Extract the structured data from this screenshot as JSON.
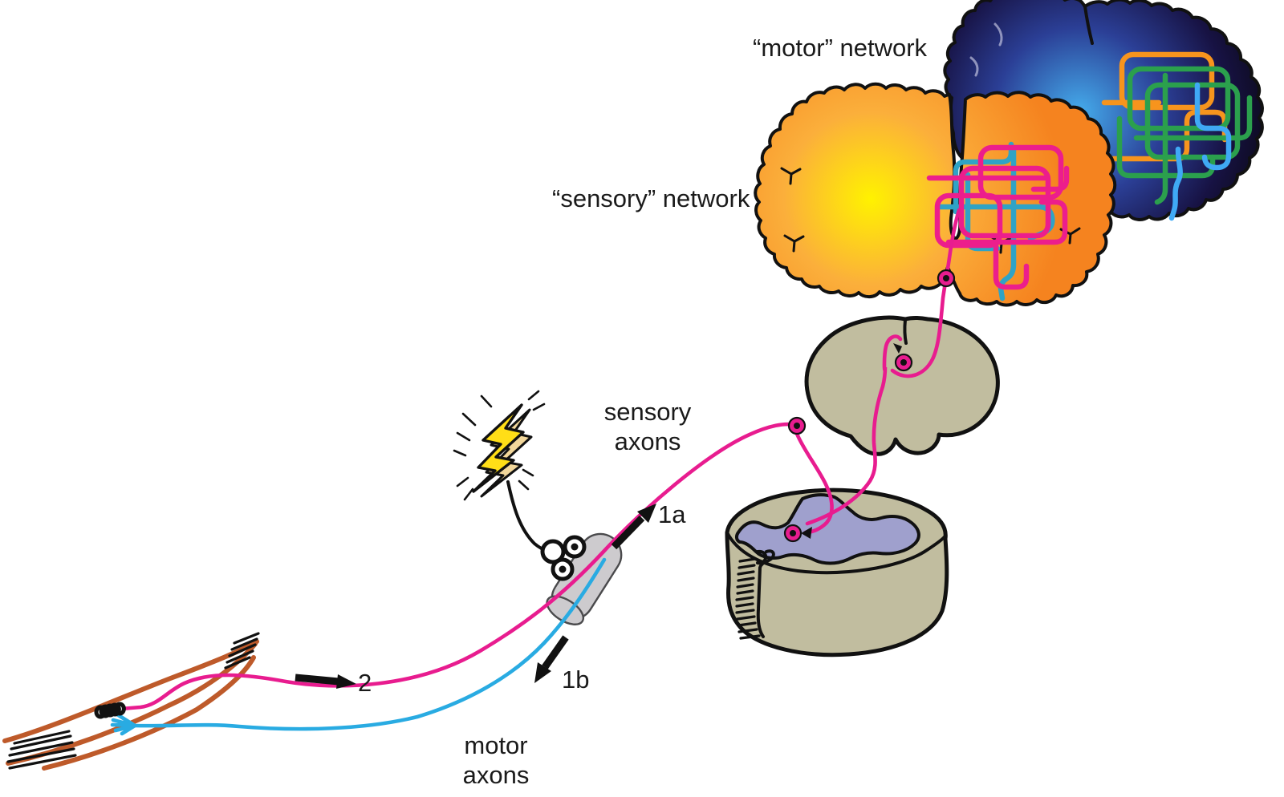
{
  "figure": {
    "labels": {
      "motor_network": "“motor” network",
      "sensory_network": "“sensory” network",
      "sensory_axons": [
        "sensory",
        "axons"
      ],
      "motor_axons": [
        "motor",
        "axons"
      ],
      "marker_1a": "1a",
      "marker_1b": "1b",
      "marker_2": "2"
    },
    "icons": {
      "lightning_bolt": "stimulation-bolt",
      "stimulation_coil": "three-ring-coil",
      "nerve_cuff": "gray-cylinder-electrode",
      "synapse_bouton": "pink-ring-with-dot",
      "muscle_spindle_coil": "five-small-rings",
      "motor_endplate": "blue-claw-fork"
    }
  },
  "colors": {
    "background": "#FFFFFF",
    "text_black": "#1A1A1A",
    "outline_black": "#111111",
    "sensory_pathway_pink": "#E81C8F",
    "motor_pathway_blue": "#29ABE2",
    "muscle_brown": "#BE5A2A",
    "neural_tissue_tan": "#C1BD9F",
    "gray_matter_purple": "#9FA0CD",
    "cuff_gray": "#CDCBCE",
    "cuff_outline": "#4A4A4C",
    "bolt_yellow": "#FFDE17",
    "bolt_side_tan": "#F2D79B",
    "net_sensory_pink": "#EC1E8C",
    "net_sensory_teal": "#2FA3C6",
    "net_motor_green": "#2BA04D",
    "net_motor_orange": "#F7941D",
    "net_motor_blue": "#3FA9F5",
    "sensory_glow_center": "#FFF200",
    "sensory_glow_mid": "#FBAF3B",
    "sensory_glow_edge": "#F5831F",
    "motor_glow_center": "#45ACEC",
    "motor_glow_mid": "#2B3F96",
    "motor_glow_deep": "#171243",
    "motor_glow_edge": "#0A0914"
  }
}
